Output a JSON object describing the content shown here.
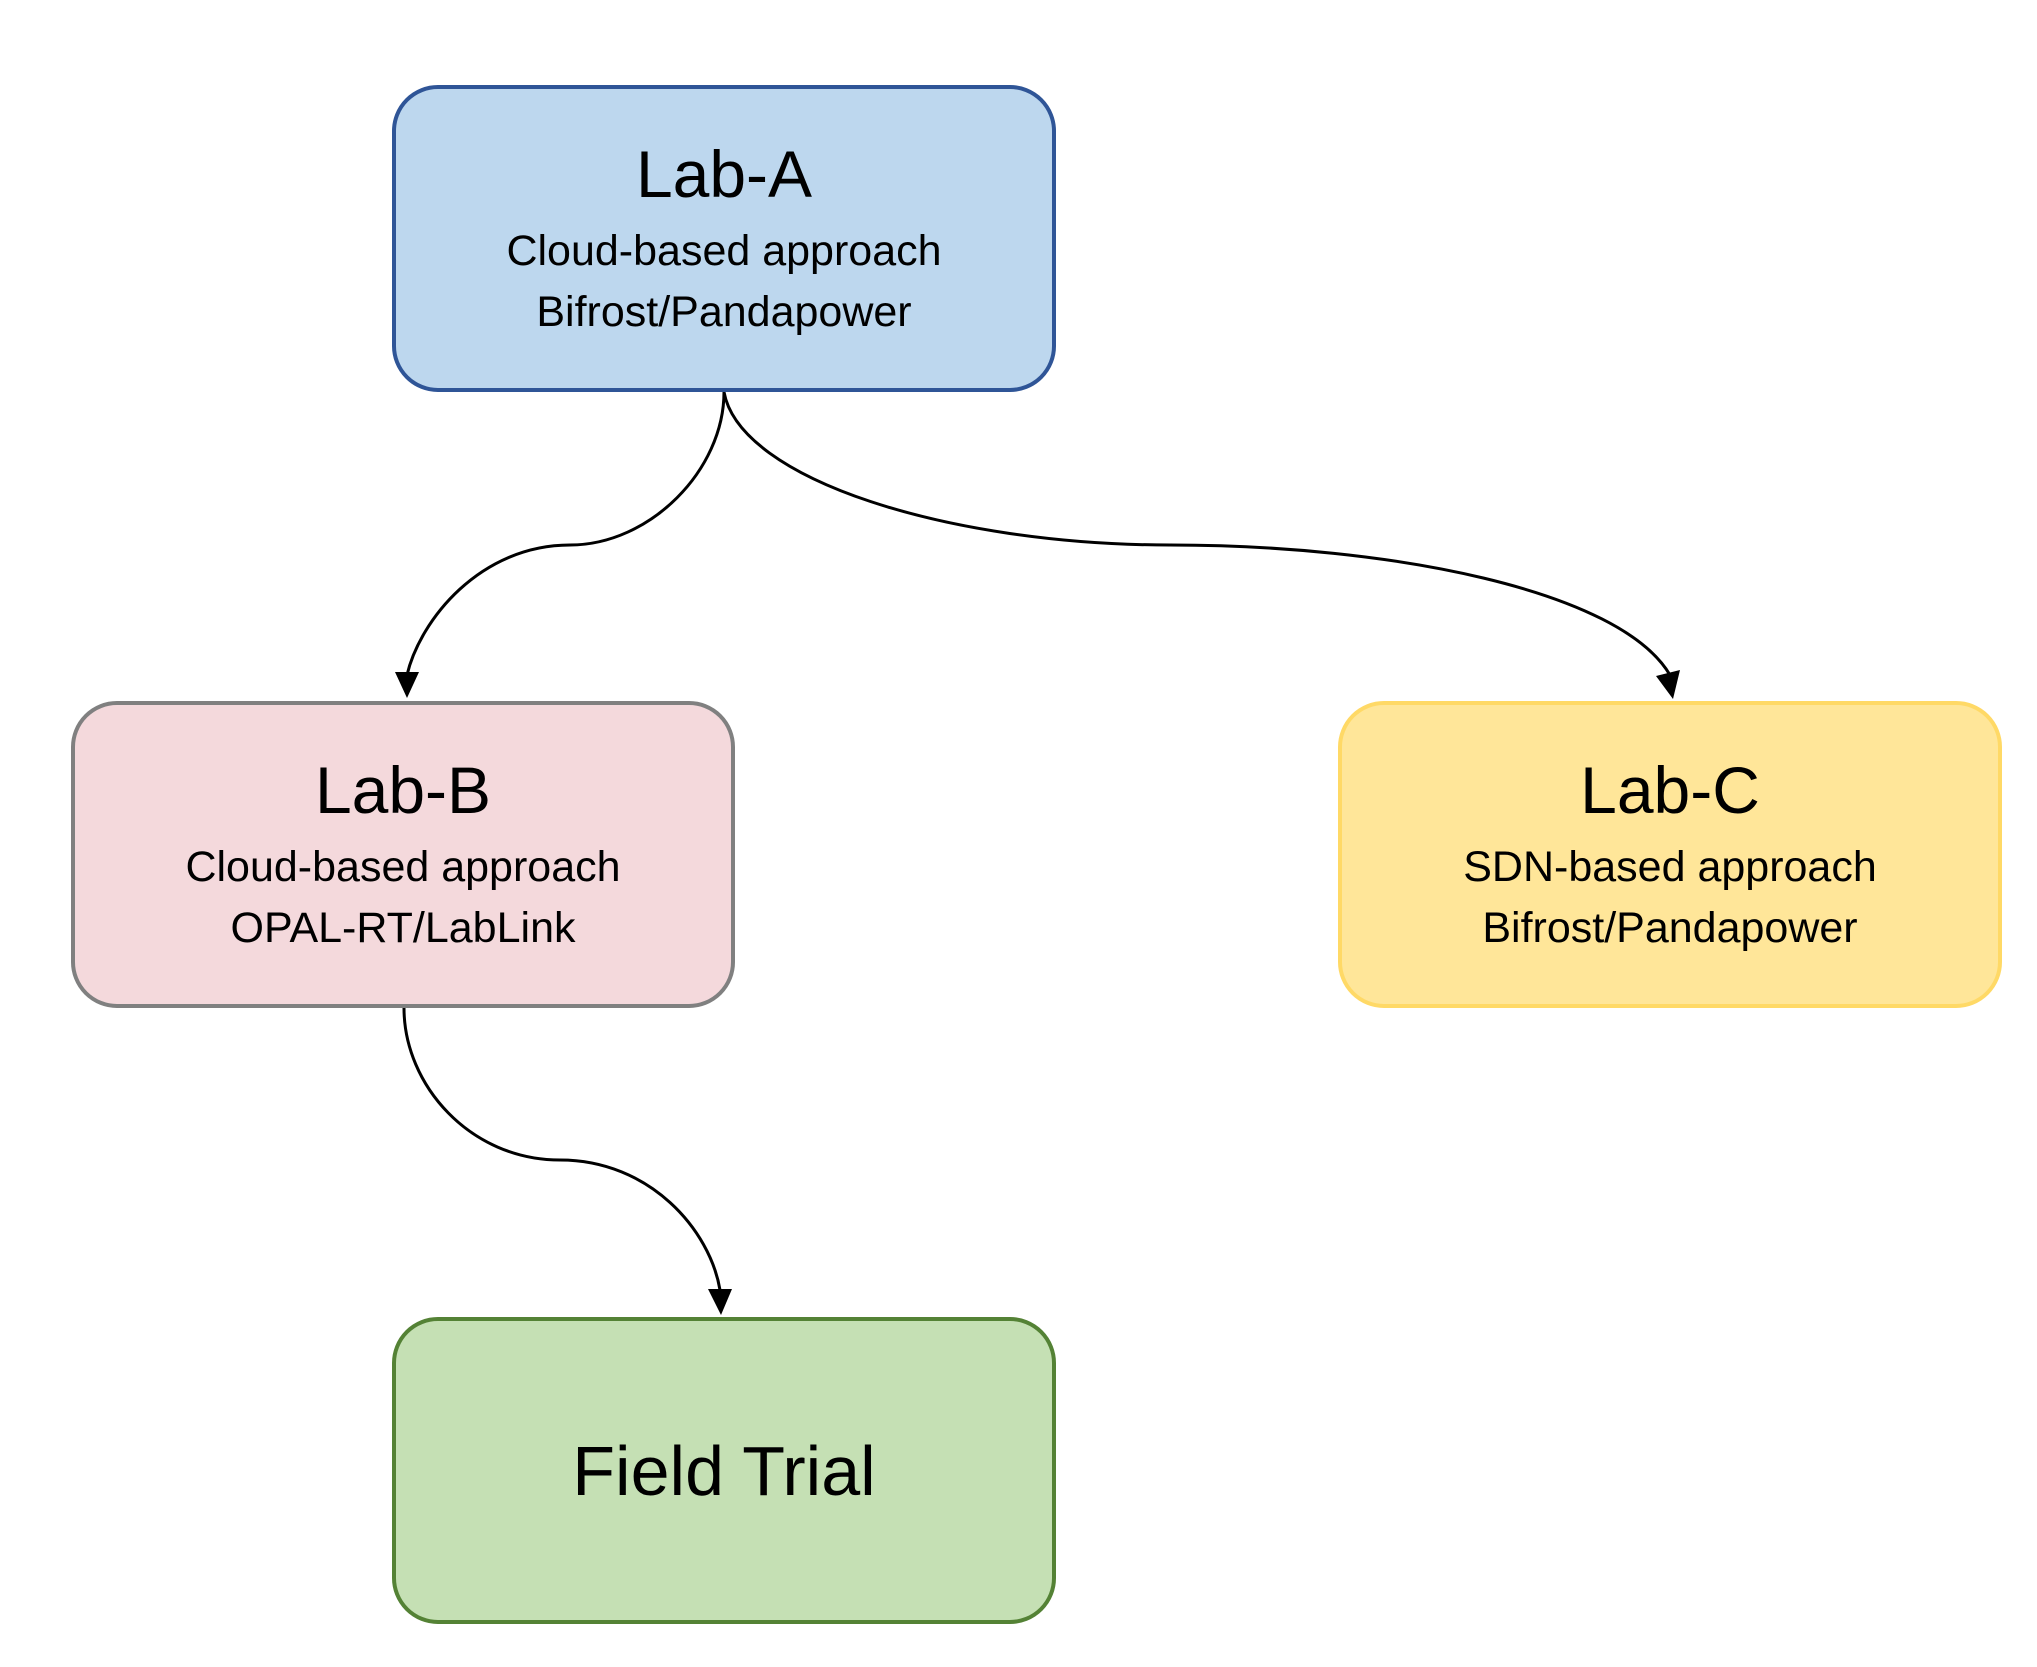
{
  "nodes": {
    "lab_a": {
      "title": "Lab-A",
      "line1": "Cloud-based approach",
      "line2": "Bifrost/Pandapower",
      "fill": "#bdd7ee",
      "border": "#2f5597"
    },
    "lab_b": {
      "title": "Lab-B",
      "line1": "Cloud-based approach",
      "line2": "OPAL-RT/LabLink",
      "fill": "#f4d9dc",
      "border": "#808080"
    },
    "lab_c": {
      "title": "Lab-C",
      "line1": "SDN-based approach",
      "line2": "Bifrost/Pandapower",
      "fill": "#ffe699",
      "border": "#ffd966"
    },
    "field_trial": {
      "title": "Field Trial",
      "fill": "#c5e0b4",
      "border": "#548235"
    }
  },
  "edges": [
    {
      "from": "Lab-A",
      "to": "Lab-B"
    },
    {
      "from": "Lab-A",
      "to": "Lab-C"
    },
    {
      "from": "Lab-B",
      "to": "Field Trial"
    }
  ],
  "edge_color": "#000000"
}
